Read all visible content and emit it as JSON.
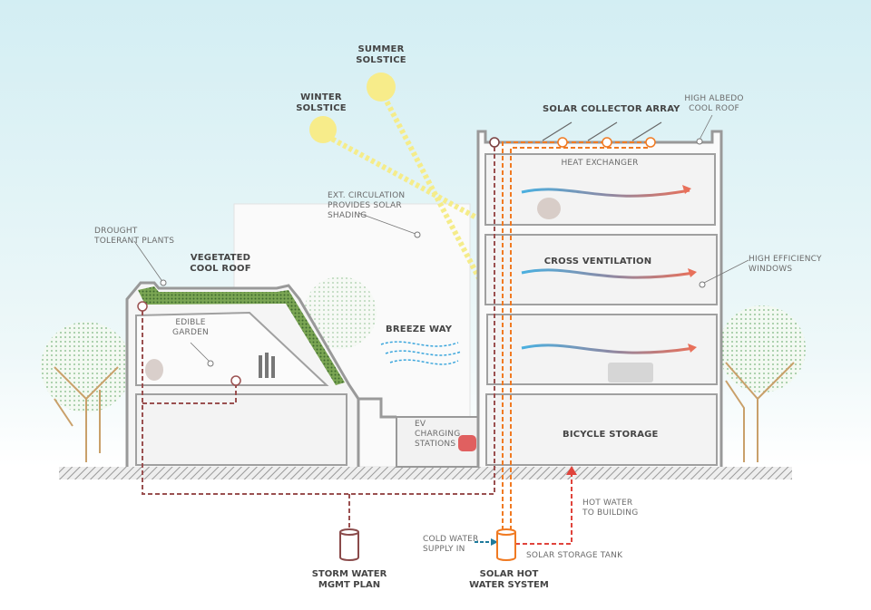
{
  "labels": {
    "summer_solstice": [
      "SUMMER",
      "SOLSTICE"
    ],
    "winter_solstice": [
      "WINTER",
      "SOLSTICE"
    ],
    "solar_collector_array": "SOLAR COLLECTOR ARRAY",
    "high_albedo": [
      "HIGH ALBEDO",
      "COOL ROOF"
    ],
    "heat_exchanger": "HEAT EXCHANGER",
    "ext_circulation": [
      "EXT. CIRCULATION",
      "PROVIDES SOLAR",
      "SHADING"
    ],
    "drought_plants": [
      "DROUGHT",
      "TOLERANT PLANTS"
    ],
    "vegetated_roof": [
      "VEGETATED",
      "COOL ROOF"
    ],
    "cross_ventilation": "CROSS VENTILATION",
    "high_efficiency_windows": [
      "HIGH EFFICIENCY",
      "WINDOWS"
    ],
    "edible_garden": [
      "EDIBLE",
      "GARDEN"
    ],
    "breeze_way": "BREEZE WAY",
    "ev_charging": [
      "EV",
      "CHARGING",
      "STATIONS"
    ],
    "bicycle_storage": "BICYCLE STORAGE",
    "hot_water": [
      "HOT WATER",
      "TO BUILDING"
    ],
    "cold_water": [
      "COLD WATER",
      "SUPPLY IN"
    ],
    "solar_storage_tank": "SOLAR STORAGE TANK",
    "storm_water": [
      "STORM WATER",
      "MGMT PLAN"
    ],
    "solar_hot_water": [
      "SOLAR HOT",
      "WATER SYSTEM"
    ]
  },
  "colors": {
    "sky": "#d6eef2",
    "sun": "#f7ec8a",
    "roof_green": "#6f9a4a",
    "solar_pipe": "#f07a22",
    "storm_pipe": "#8a4a4a",
    "hot_water": "#e0443c",
    "cold_water": "#1e7a9c",
    "air_cool": "#4ab0e0",
    "air_warm": "#e8705a"
  }
}
